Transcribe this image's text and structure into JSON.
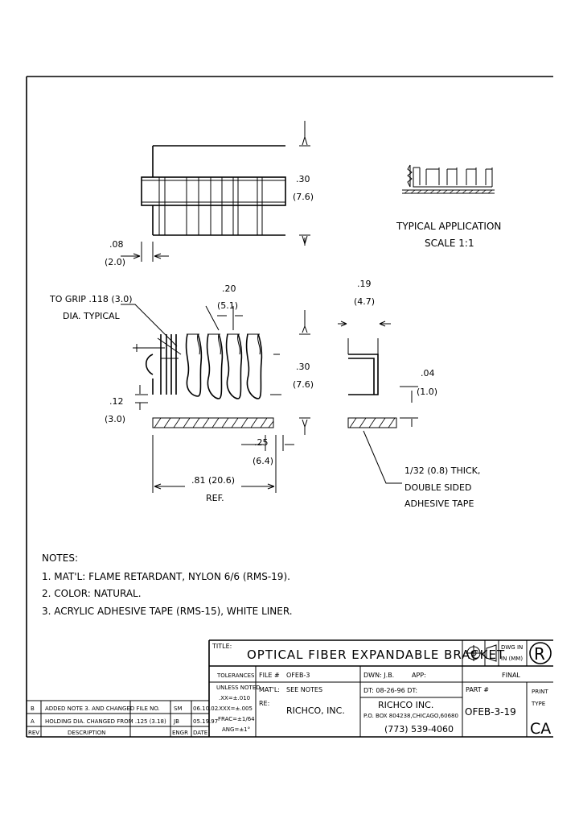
{
  "typical_application": {
    "label_line1": "TYPICAL APPLICATION",
    "label_line2": "SCALE 1:1"
  },
  "dimensions": {
    "top_height_in": ".30",
    "top_height_mm": "(7.6)",
    "base_width_in": ".08",
    "base_width_mm": "(2.0)",
    "grip_note_line1": "TO GRIP .118 (3.0)",
    "grip_note_line2": "DIA. TYPICAL",
    "pitch_in": ".20",
    "pitch_mm": "(5.1)",
    "side_width_in": ".19",
    "side_width_mm": "(4.7)",
    "front_height_in": ".30",
    "front_height_mm": "(7.6)",
    "offset_in": ".04",
    "offset_mm": "(1.0)",
    "left_height_in": ".12",
    "left_height_mm": "(3.0)",
    "end_pitch_in": ".25",
    "end_pitch_mm": "(6.4)",
    "overall_in": ".81 (20.6)",
    "overall_ref": "REF.",
    "tape_note_line1": "1/32 (0.8) THICK,",
    "tape_note_line2": "DOUBLE SIDED",
    "tape_note_line3": "ADHESIVE TAPE"
  },
  "notes": {
    "header": "NOTES:",
    "items": [
      "1. MAT'L: FLAME RETARDANT, NYLON 6/6 (RMS-19).",
      "2. COLOR: NATURAL.",
      "3. ACRYLIC ADHESIVE TAPE (RMS-15), WHITE LINER."
    ]
  },
  "title_block": {
    "title_label": "TITLE:",
    "title": "OPTICAL FIBER EXPANDABLE BRACKET",
    "dwg_in_line1": "DWG IN",
    "dwg_in_line2": "IN (MM)",
    "logo_text": "R",
    "tolerances_label": "TOLERANCES",
    "unless_noted": "UNLESS NOTED",
    "tol_xx": ".XX=±.010",
    "tol_xxx": ".XXX=±.005",
    "tol_frac": "FRAC=±1/64",
    "tol_ang": "ANG=±1°",
    "file_label": "FILE #",
    "file_value": "OFEB-3",
    "matl_label": "MAT'L:",
    "matl_value": "SEE NOTES",
    "re_label": "RE:",
    "re_value": "RICHCO, INC.",
    "dwn_label": "DWN: J.B.",
    "app_label": "APP:",
    "dt_label": "DT: 08-26-96 DT:",
    "company": "RICHCO INC.",
    "address": "P.O. BOX 804238,CHICAGO,60680",
    "phone": "(773) 539-4060",
    "status": "FINAL",
    "part_label": "PART #",
    "part_number": "OFEB-3-19",
    "print_type_line1": "PRINT",
    "print_type_line2": "TYPE",
    "print_type_value": "CA"
  },
  "revisions": {
    "rows": [
      {
        "rev": "B",
        "description": "ADDED NOTE 3. AND CHANGED FILE NO.",
        "engr": "SM",
        "date": "06.10.02"
      },
      {
        "rev": "A",
        "description": "HOLDING DIA. CHANGED FROM .125 (3.18)",
        "engr": "JB",
        "date": "05.19.97"
      }
    ],
    "header_rev": "REV",
    "header_description": "DESCRIPTION",
    "header_engr": "ENGR",
    "header_date": "DATE"
  }
}
